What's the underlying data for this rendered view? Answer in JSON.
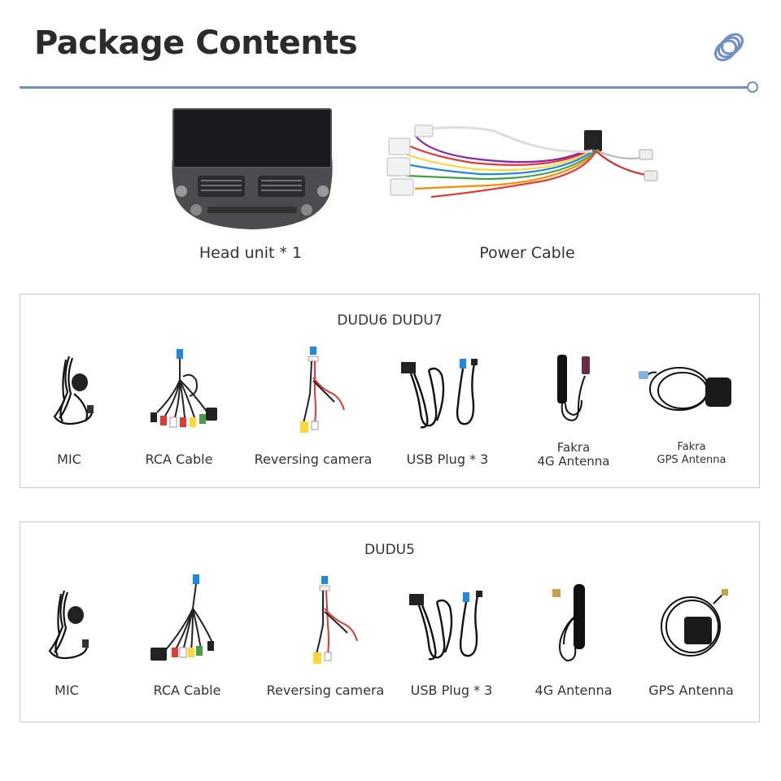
{
  "header": {
    "title": "Package Contents",
    "accent_color": "#6e8fc7",
    "logo_icon": "ring-coil-logo-icon"
  },
  "main_items": [
    {
      "label": "Head unit * 1",
      "icon": "head-unit-icon"
    },
    {
      "label": "Power Cable",
      "icon": "power-cable-icon"
    }
  ],
  "panels": [
    {
      "title": "DUDU6  DUDU7",
      "items": [
        {
          "label": "MIC",
          "label_line2": "",
          "icon": "mic-icon"
        },
        {
          "label": "RCA Cable",
          "label_line2": "",
          "icon": "rca-cable-icon"
        },
        {
          "label": "Reversing camera",
          "label_line2": "",
          "icon": "reversing-camera-cable-icon"
        },
        {
          "label": "USB Plug * 3",
          "label_line2": "",
          "icon": "usb-plug-icon"
        },
        {
          "label": "Fakra",
          "label_line2": "4G Antenna",
          "icon": "fakra-4g-antenna-icon"
        },
        {
          "label": "Fakra",
          "label_line2": "GPS Antenna",
          "icon": "fakra-gps-antenna-icon"
        }
      ]
    },
    {
      "title": "DUDU5",
      "items": [
        {
          "label": "MIC",
          "label_line2": "",
          "icon": "mic-icon"
        },
        {
          "label": "RCA Cable",
          "label_line2": "",
          "icon": "rca-cable-icon"
        },
        {
          "label": "Reversing camera",
          "label_line2": "",
          "icon": "reversing-camera-cable-icon"
        },
        {
          "label": "USB Plug * 3",
          "label_line2": "",
          "icon": "usb-plug-icon"
        },
        {
          "label": "4G Antenna",
          "label_line2": "",
          "icon": "4g-antenna-icon"
        },
        {
          "label": "GPS Antenna",
          "label_line2": "",
          "icon": "gps-antenna-icon"
        }
      ]
    }
  ]
}
